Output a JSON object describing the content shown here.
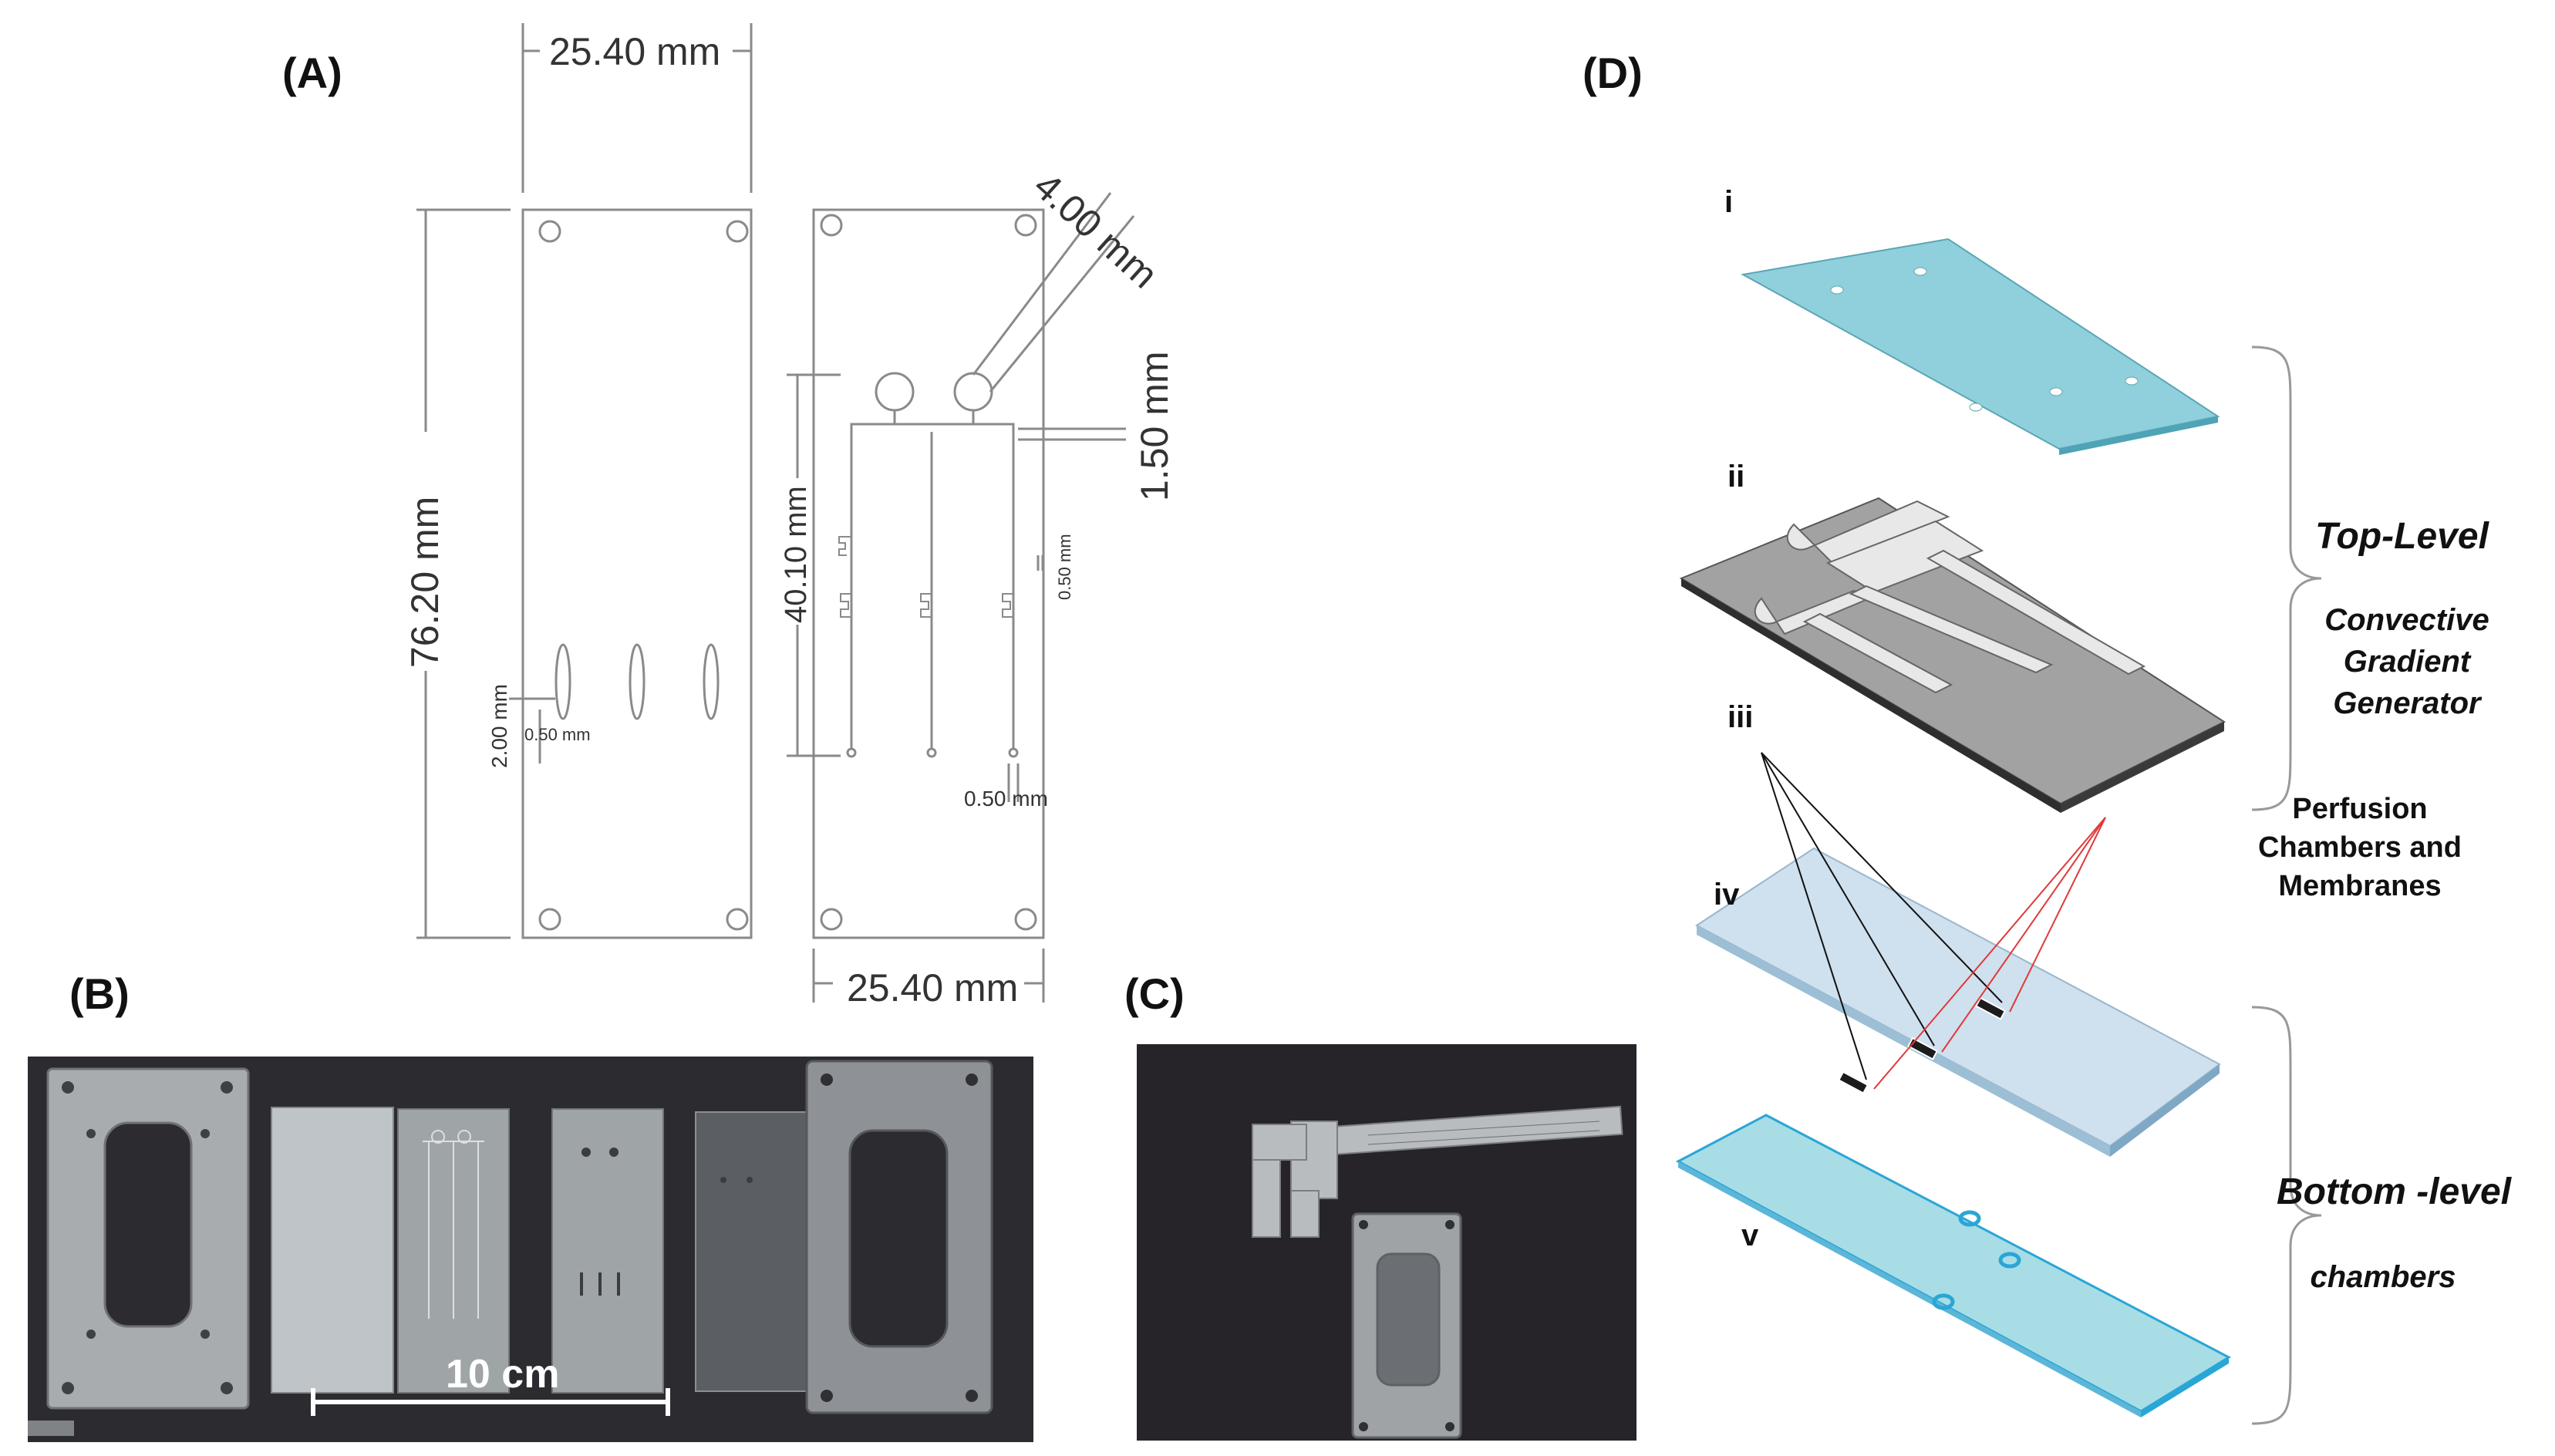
{
  "panels": {
    "a": "(A)",
    "b": "(B)",
    "c": "(C)",
    "d": "(D)"
  },
  "panel_a": {
    "width_top": "25.40 mm",
    "width_bottom": "25.40 mm",
    "height_total": "76.20 mm",
    "port_diameter": "4.00 mm",
    "channel_offset": "1.50 mm",
    "channel_length": "40.10 mm",
    "channel_width_right": "0.50 mm",
    "outlet_width": "0.50 mm",
    "slot_length": "2.00 mm",
    "slot_width": "0.50 mm"
  },
  "panel_b": {
    "scale_bar": "10 cm"
  },
  "panel_d": {
    "layers": [
      "i",
      "ii",
      "iii",
      "iv",
      "v"
    ],
    "top_level": "Top-Level",
    "top_sub": [
      "Convective",
      "Gradient",
      "Generator"
    ],
    "perfusion": [
      "Perfusion",
      "Chambers and",
      "Membranes"
    ],
    "bottom_level": "Bottom -level",
    "bottom_sub": "chambers",
    "colors": {
      "layer_i": "#8fd0dc",
      "layer_ii": "#9e9e9e",
      "layer_iv": "#cfe0ee",
      "layer_v": "#a8dde6",
      "edge_blue": "#2aa6d6",
      "arrow_red": "#e03a3a"
    }
  }
}
